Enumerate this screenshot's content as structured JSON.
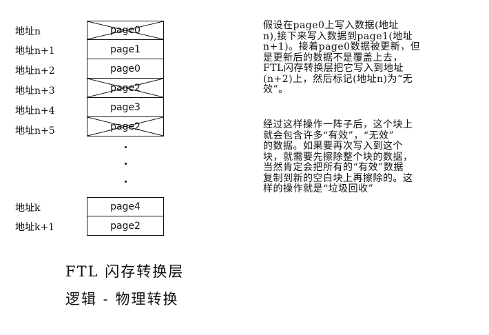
{
  "addresses": [
    "地址n",
    "地址n+1",
    "地址n+2",
    "地址n+3",
    "地址n+4",
    "地址n+5",
    "地址k",
    "地址k+1"
  ],
  "pages": [
    {
      "label": "page0",
      "invalid": true
    },
    {
      "label": "page1",
      "invalid": false
    },
    {
      "label": "page0",
      "invalid": false
    },
    {
      "label": "page2",
      "invalid": true
    },
    {
      "label": "page3",
      "invalid": false
    },
    {
      "label": "page2",
      "invalid": true
    },
    {
      "label": "page4",
      "invalid": false
    },
    {
      "label": "page2",
      "invalid": false
    }
  ],
  "description": {
    "para1": "假设在page0上写入数据(地址\nn),接下来写入数据到page1(地址\nn+1)。接着page0数据被更新，但\n是更新后的数据不是覆盖上去，\nFTL闪存转换层把它写入到地址\n(n+2)上，然后标记(地址n)为“无\n效”。",
    "para2": "经过这样操作一阵子后，这个块上\n就会包含许多“有效”，“无效”\n的数据。如果要再次写入到这个\n块，就需要先擦除整个块的数据，\n当然肯定会把所有的“有效”数据\n复制到新的空白块上再擦除的。这\n样的操作就是“垃圾回收”"
  },
  "caption": {
    "line1": "FTL 闪存转换层",
    "line2": "逻辑 - 物理转换"
  }
}
